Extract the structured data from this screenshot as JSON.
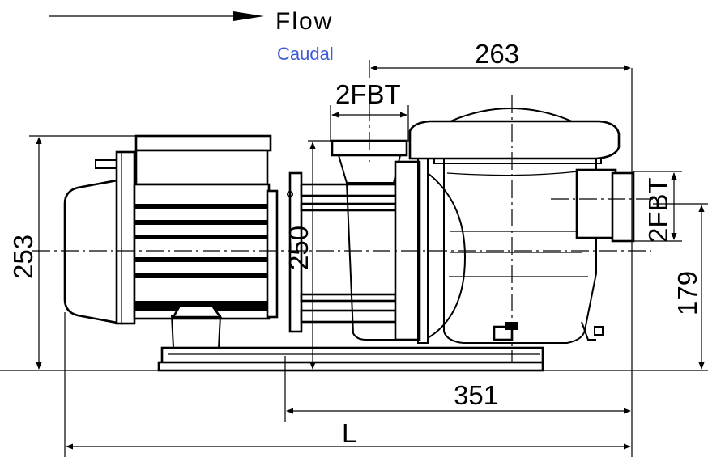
{
  "flow": {
    "label": "Flow",
    "sublabel": "Caudal"
  },
  "dimensions": {
    "top_length": "263",
    "inlet_port": "2FBT",
    "outlet_port": "2FBT",
    "overall_height": "253",
    "port_height": "250",
    "outlet_height": "179",
    "base_length": "351",
    "overall_length": "L"
  },
  "colors": {
    "line": "#000000",
    "sublabel": "#3d5bd9",
    "background": "#ffffff"
  }
}
